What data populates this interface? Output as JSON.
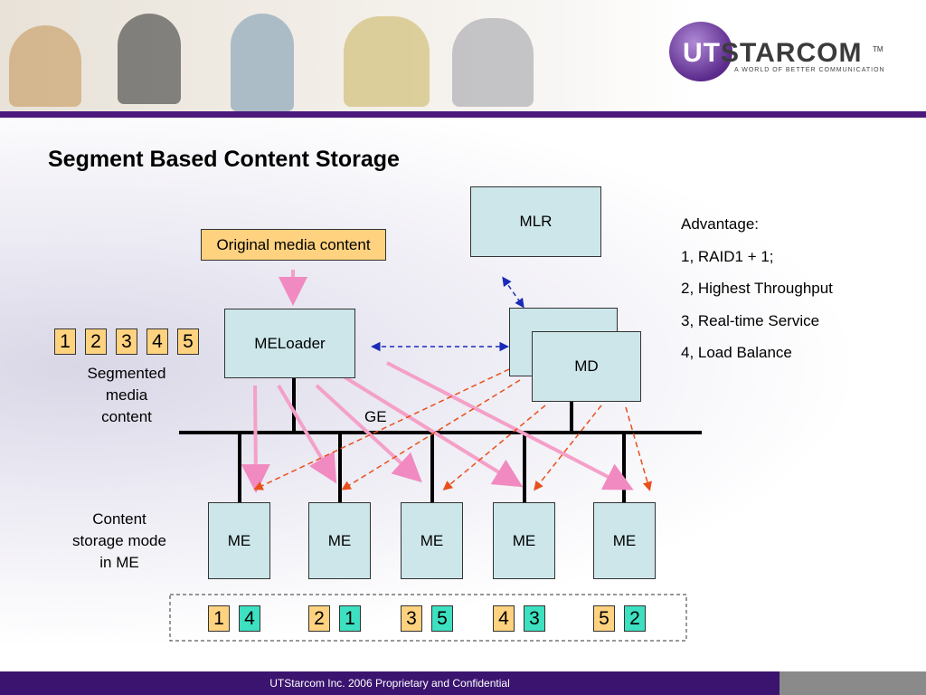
{
  "title": "Segment Based Content Storage",
  "logo": {
    "text": "UTSTARCOM",
    "tm": "TM",
    "tagline": "A WORLD OF BETTER COMMUNICATION"
  },
  "diagram": {
    "original_media": "Original media content",
    "meloader": "MELoader",
    "mlr": "MLR",
    "md": "MD",
    "ge": "GE",
    "segments": [
      "1",
      "2",
      "3",
      "4",
      "5"
    ],
    "segmented_label": [
      "Segmented",
      "media",
      "content"
    ],
    "storage_label": [
      "Content",
      "storage mode",
      "in ME"
    ],
    "me_label": "ME",
    "me_storage": [
      [
        "1",
        "4"
      ],
      [
        "2",
        "1"
      ],
      [
        "3",
        "5"
      ],
      [
        "4",
        "3"
      ],
      [
        "5",
        "2"
      ]
    ]
  },
  "advantage": {
    "heading": "Advantage:",
    "items": [
      "1, RAID1 + 1;",
      "2, Highest Throughput",
      "3, Real-time Service",
      "4, Load Balance"
    ]
  },
  "footer": "UTStarcom Inc. 2006 Proprietary and Confidential",
  "colors": {
    "accent_purple": "#4b1a7c",
    "box_fill": "#cce6ea",
    "orange": "#ffd27f",
    "teal": "#3de0c0",
    "pink_arrow": "#f4a0c8",
    "red_dashed": "#e8501a",
    "blue_dashed": "#1a2ab8"
  }
}
